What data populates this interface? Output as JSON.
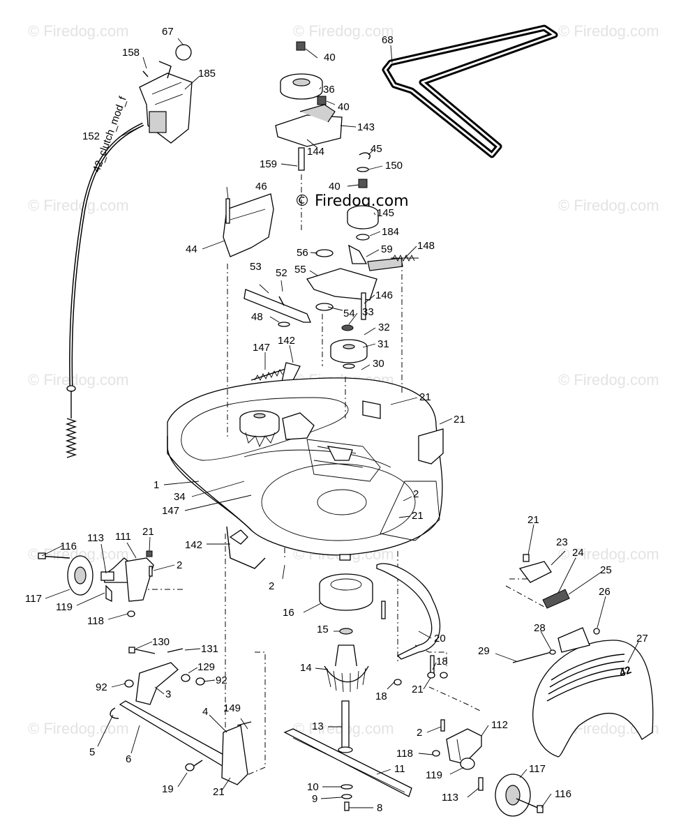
{
  "watermark": {
    "text": "© Firedog.com",
    "center_text": "© Firedog.com"
  },
  "cable_text": "42_clutch_mod_f",
  "housing_text": "42",
  "labels": [
    {
      "id": "p67",
      "text": "67"
    },
    {
      "id": "p158",
      "text": "158"
    },
    {
      "id": "p185",
      "text": "185"
    },
    {
      "id": "p152",
      "text": "152"
    },
    {
      "id": "p40a",
      "text": "40"
    },
    {
      "id": "p36",
      "text": "36"
    },
    {
      "id": "p40b",
      "text": "40"
    },
    {
      "id": "p143",
      "text": "143"
    },
    {
      "id": "p144",
      "text": "144"
    },
    {
      "id": "p159",
      "text": "159"
    },
    {
      "id": "p68",
      "text": "68"
    },
    {
      "id": "p45",
      "text": "45"
    },
    {
      "id": "p150",
      "text": "150"
    },
    {
      "id": "p40c",
      "text": "40"
    },
    {
      "id": "p145",
      "text": "145"
    },
    {
      "id": "p184",
      "text": "184"
    },
    {
      "id": "p46",
      "text": "46"
    },
    {
      "id": "p44",
      "text": "44"
    },
    {
      "id": "p56",
      "text": "56"
    },
    {
      "id": "p59",
      "text": "59"
    },
    {
      "id": "p148",
      "text": "148"
    },
    {
      "id": "p55",
      "text": "55"
    },
    {
      "id": "p53",
      "text": "53"
    },
    {
      "id": "p52",
      "text": "52"
    },
    {
      "id": "p146",
      "text": "146"
    },
    {
      "id": "p54",
      "text": "54"
    },
    {
      "id": "p33",
      "text": "33"
    },
    {
      "id": "p48",
      "text": "48"
    },
    {
      "id": "p32",
      "text": "32"
    },
    {
      "id": "p31",
      "text": "31"
    },
    {
      "id": "p142a",
      "text": "142"
    },
    {
      "id": "p147a",
      "text": "147"
    },
    {
      "id": "p30",
      "text": "30"
    },
    {
      "id": "p21a",
      "text": "21"
    },
    {
      "id": "p21b",
      "text": "21"
    },
    {
      "id": "p1",
      "text": "1"
    },
    {
      "id": "p34",
      "text": "34"
    },
    {
      "id": "p147b",
      "text": "147"
    },
    {
      "id": "p2a",
      "text": "2"
    },
    {
      "id": "p21c",
      "text": "21"
    },
    {
      "id": "p142b",
      "text": "142"
    },
    {
      "id": "p116a",
      "text": "116"
    },
    {
      "id": "p113a",
      "text": "113"
    },
    {
      "id": "p111",
      "text": "111"
    },
    {
      "id": "p21d",
      "text": "21"
    },
    {
      "id": "p2b",
      "text": "2"
    },
    {
      "id": "p117a",
      "text": "117"
    },
    {
      "id": "p119a",
      "text": "119"
    },
    {
      "id": "p118a",
      "text": "118"
    },
    {
      "id": "p2c",
      "text": "2"
    },
    {
      "id": "p21e",
      "text": "21"
    },
    {
      "id": "p23",
      "text": "23"
    },
    {
      "id": "p24",
      "text": "24"
    },
    {
      "id": "p25",
      "text": "25"
    },
    {
      "id": "p26",
      "text": "26"
    },
    {
      "id": "p16",
      "text": "16"
    },
    {
      "id": "p15",
      "text": "15"
    },
    {
      "id": "p20",
      "text": "20"
    },
    {
      "id": "p28",
      "text": "28"
    },
    {
      "id": "p27",
      "text": "27"
    },
    {
      "id": "p29",
      "text": "29"
    },
    {
      "id": "p130",
      "text": "130"
    },
    {
      "id": "p131",
      "text": "131"
    },
    {
      "id": "p129",
      "text": "129"
    },
    {
      "id": "p92a",
      "text": "92"
    },
    {
      "id": "p92b",
      "text": "92"
    },
    {
      "id": "p3",
      "text": "3"
    },
    {
      "id": "p14",
      "text": "14"
    },
    {
      "id": "p18a",
      "text": "18"
    },
    {
      "id": "p18b",
      "text": "18"
    },
    {
      "id": "p21f",
      "text": "21"
    },
    {
      "id": "p4",
      "text": "4"
    },
    {
      "id": "p149",
      "text": "149"
    },
    {
      "id": "p5",
      "text": "5"
    },
    {
      "id": "p6",
      "text": "6"
    },
    {
      "id": "p13",
      "text": "13"
    },
    {
      "id": "p112",
      "text": "112"
    },
    {
      "id": "p2d",
      "text": "2"
    },
    {
      "id": "p118b",
      "text": "118"
    },
    {
      "id": "p11",
      "text": "11"
    },
    {
      "id": "p119b",
      "text": "119"
    },
    {
      "id": "p117b",
      "text": "117"
    },
    {
      "id": "p19",
      "text": "19"
    },
    {
      "id": "p21g",
      "text": "21"
    },
    {
      "id": "p10",
      "text": "10"
    },
    {
      "id": "p9",
      "text": "9"
    },
    {
      "id": "p8",
      "text": "8"
    },
    {
      "id": "p113b",
      "text": "113"
    },
    {
      "id": "p116b",
      "text": "116"
    }
  ]
}
